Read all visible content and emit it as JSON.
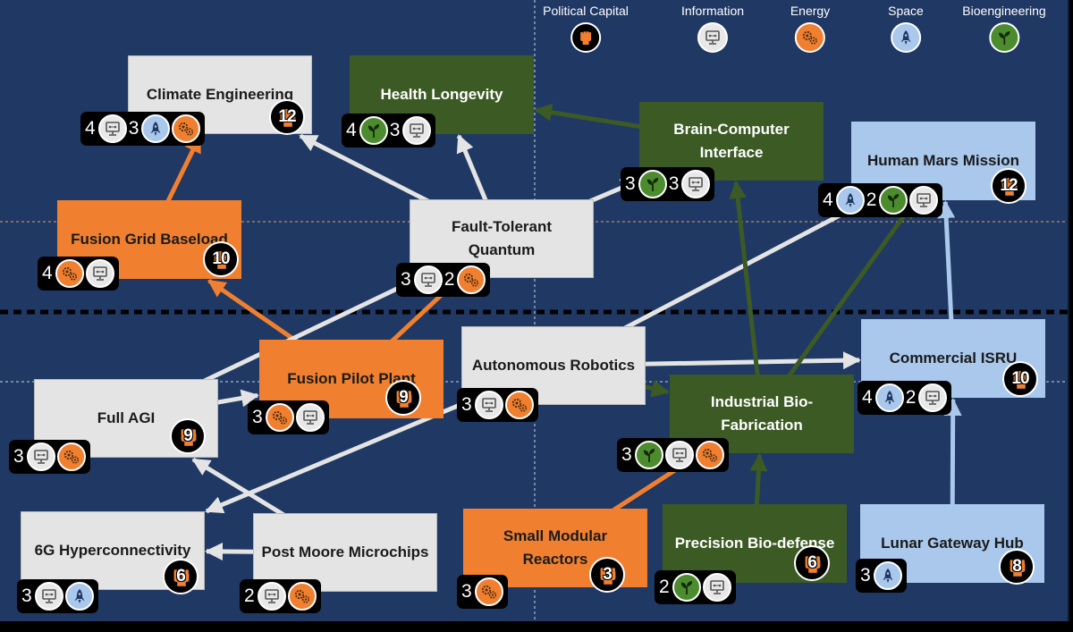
{
  "legend": [
    {
      "label": "Political Capital",
      "type": "political"
    },
    {
      "label": "Information",
      "type": "info"
    },
    {
      "label": "Energy",
      "type": "energy"
    },
    {
      "label": "Space",
      "type": "space"
    },
    {
      "label": "Bioengineering",
      "type": "bio"
    }
  ],
  "colors": {
    "board": "#1f3864",
    "information": "#e4e4e4",
    "energy": "#f08030",
    "bioengineering": "#3c5a24",
    "space": "#a9c8ec",
    "political": "#000000"
  },
  "icons": {
    "political": "raised-fist-icon",
    "info": "monitor-network-icon",
    "energy": "gears-icon",
    "space": "rocket-icon",
    "bio": "plant-sprout-icon"
  },
  "technologies": [
    {
      "id": "climate_engineering",
      "name": "Climate Engineering",
      "category": "info",
      "cost": "12",
      "requires": [
        {
          "count": "4",
          "icons": [
            "info"
          ]
        },
        {
          "count": "3",
          "icons": [
            "space",
            "energy"
          ]
        }
      ]
    },
    {
      "id": "health_longevity",
      "name": "Health Longevity",
      "category": "bio",
      "cost": "",
      "requires": [
        {
          "count": "4",
          "icons": [
            "bio"
          ]
        },
        {
          "count": "3",
          "icons": [
            "info"
          ]
        }
      ]
    },
    {
      "id": "brain_computer_interface",
      "name": "Brain-Computer Interface",
      "category": "bio",
      "cost": "",
      "requires": [
        {
          "count": "3",
          "icons": [
            "bio"
          ]
        },
        {
          "count": "3",
          "icons": [
            "info"
          ]
        }
      ]
    },
    {
      "id": "human_mars_mission",
      "name": "Human Mars Mission",
      "category": "space",
      "cost": "12",
      "requires": [
        {
          "count": "4",
          "icons": [
            "space"
          ]
        },
        {
          "count": "2",
          "icons": [
            "bio",
            "info"
          ]
        }
      ]
    },
    {
      "id": "fusion_grid_baseload",
      "name": "Fusion Grid Baseload",
      "category": "energy",
      "cost": "10",
      "requires": [
        {
          "count": "4",
          "icons": [
            "energy",
            "info"
          ]
        }
      ]
    },
    {
      "id": "fault_tolerant_quantum",
      "name": "Fault-Tolerant Quantum",
      "category": "info",
      "cost": "",
      "requires": [
        {
          "count": "3",
          "icons": [
            "info"
          ]
        },
        {
          "count": "2",
          "icons": [
            "energy"
          ]
        }
      ]
    },
    {
      "id": "fusion_pilot_plant",
      "name": "Fusion Pilot Plant",
      "category": "energy",
      "cost": "9",
      "requires": [
        {
          "count": "3",
          "icons": [
            "energy",
            "info"
          ]
        }
      ]
    },
    {
      "id": "autonomous_robotics",
      "name": "Autonomous Robotics",
      "category": "info",
      "cost": "",
      "requires": [
        {
          "count": "3",
          "icons": [
            "info",
            "energy"
          ]
        }
      ]
    },
    {
      "id": "commercial_isru",
      "name": "Commercial ISRU",
      "category": "space",
      "cost": "10",
      "requires": [
        {
          "count": "4",
          "icons": [
            "space"
          ]
        },
        {
          "count": "2",
          "icons": [
            "info"
          ]
        }
      ]
    },
    {
      "id": "full_agi",
      "name": "Full AGI",
      "category": "info",
      "cost": "9",
      "requires": [
        {
          "count": "3",
          "icons": [
            "info",
            "energy"
          ]
        }
      ]
    },
    {
      "id": "industrial_bio_fabrication",
      "name": "Industrial Bio-Fabrication",
      "category": "bio",
      "cost": "",
      "requires": [
        {
          "count": "3",
          "icons": [
            "bio",
            "info",
            "energy"
          ]
        }
      ]
    },
    {
      "id": "six_g",
      "name": "6G Hyperconnectivity",
      "category": "info",
      "cost": "6",
      "requires": [
        {
          "count": "3",
          "icons": [
            "info",
            "space"
          ]
        }
      ]
    },
    {
      "id": "post_moore",
      "name": "Post Moore Microchips",
      "category": "info",
      "cost": "",
      "requires": [
        {
          "count": "2",
          "icons": [
            "info",
            "energy"
          ]
        }
      ]
    },
    {
      "id": "small_modular_reactors",
      "name": "Small Modular Reactors",
      "category": "energy",
      "cost": "3",
      "requires": [
        {
          "count": "3",
          "icons": [
            "energy"
          ]
        }
      ]
    },
    {
      "id": "precision_bio_defense",
      "name": "Precision Bio-defense",
      "category": "bio",
      "cost": "6",
      "requires": [
        {
          "count": "2",
          "icons": [
            "bio",
            "info"
          ]
        }
      ]
    },
    {
      "id": "lunar_gateway_hub",
      "name": "Lunar Gateway Hub",
      "category": "space",
      "cost": "8",
      "requires": [
        {
          "count": "3",
          "icons": [
            "space"
          ]
        }
      ]
    }
  ],
  "links": [
    {
      "from": "fault_tolerant_quantum",
      "to": "climate_engineering",
      "kind": "info"
    },
    {
      "from": "fault_tolerant_quantum",
      "to": "health_longevity",
      "kind": "info"
    },
    {
      "from": "fault_tolerant_quantum",
      "to": "brain_computer_interface",
      "kind": "info"
    },
    {
      "from": "fusion_grid_baseload",
      "to": "climate_engineering",
      "kind": "energy"
    },
    {
      "from": "fusion_pilot_plant",
      "to": "fusion_grid_baseload",
      "kind": "energy"
    },
    {
      "from": "fusion_pilot_plant",
      "to": "fault_tolerant_quantum",
      "kind": "energy"
    },
    {
      "from": "full_agi",
      "to": "fusion_pilot_plant",
      "kind": "info"
    },
    {
      "from": "full_agi",
      "to": "fault_tolerant_quantum",
      "kind": "info"
    },
    {
      "from": "autonomous_robotics",
      "to": "human_mars_mission",
      "kind": "info"
    },
    {
      "from": "autonomous_robotics",
      "to": "commercial_isru",
      "kind": "info"
    },
    {
      "from": "autonomous_robotics",
      "to": "industrial_bio_fabrication",
      "kind": "bio"
    },
    {
      "from": "autonomous_robotics",
      "to": "six_g",
      "kind": "info"
    },
    {
      "from": "post_moore",
      "to": "six_g",
      "kind": "info"
    },
    {
      "from": "post_moore",
      "to": "full_agi",
      "kind": "info"
    },
    {
      "from": "small_modular_reactors",
      "to": "industrial_bio_fabrication",
      "kind": "energy"
    },
    {
      "from": "precision_bio_defense",
      "to": "industrial_bio_fabrication",
      "kind": "bio"
    },
    {
      "from": "industrial_bio_fabrication",
      "to": "brain_computer_interface",
      "kind": "bio"
    },
    {
      "from": "industrial_bio_fabrication",
      "to": "human_mars_mission",
      "kind": "bio"
    },
    {
      "from": "brain_computer_interface",
      "to": "health_longevity",
      "kind": "bio"
    },
    {
      "from": "commercial_isru",
      "to": "human_mars_mission",
      "kind": "space"
    },
    {
      "from": "lunar_gateway_hub",
      "to": "commercial_isru",
      "kind": "space"
    }
  ]
}
